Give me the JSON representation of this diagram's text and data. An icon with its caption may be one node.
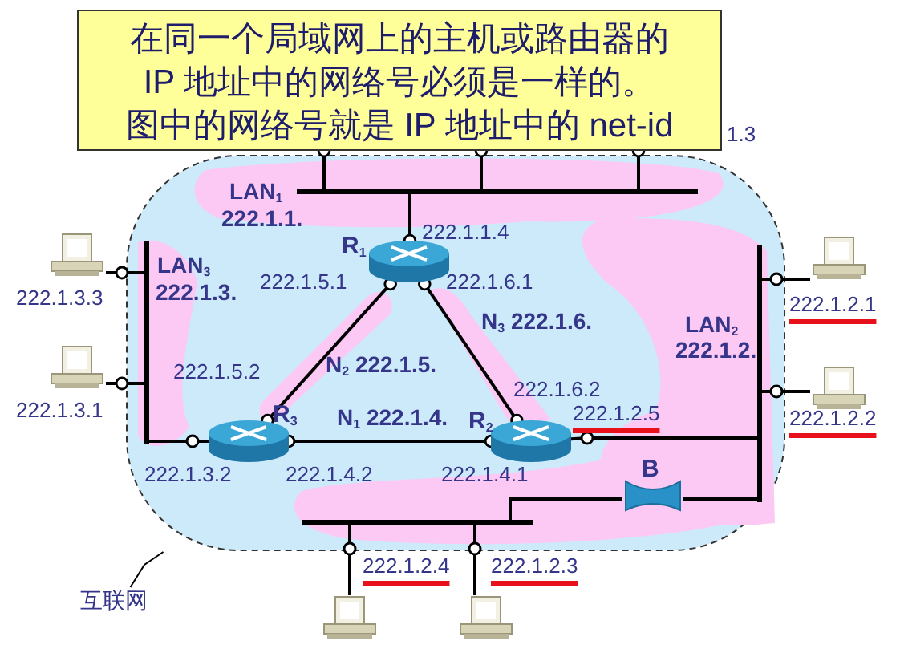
{
  "diagram": {
    "nodes": [
      {
        "text": [
          "在同一个局域网上的主机或路由器的 IP 地址中的网络号必须是一样的。",
          "图中的网络号就是 IP 地址中的 net-id"
        ]
      },
      {
        "text": [],
        "shape": "cloud"
      },
      {
        "text": [
          "互联网"
        ]
      },
      {
        "text": [],
        "shape": "bar",
        "in": 1,
        "beside": [
          "LAN$_{1}$",
          "222.1.1."
        ]
      },
      {
        "text": [],
        "shape": "bar",
        "in": 1,
        "beside": [
          "LAN$_{3}$",
          "222.1.3."
        ]
      },
      {
        "text": [],
        "shape": "bar",
        "in": 1,
        "beside": [
          "LAN$_{2}$",
          "222.1.2."
        ]
      },
      {
        "text": [],
        "shape": "bar",
        "in": 1
      },
      {
        "text": [
          "R$_{1}$"
        ],
        "in": 1
      },
      {
        "text": [
          "R$_{3}$"
        ],
        "in": 1
      },
      {
        "text": [
          "R$_{2}$"
        ],
        "in": 1
      },
      {
        "text": [
          "B"
        ],
        "in": 1
      },
      {
        "text": [],
        "shape": "computer"
      },
      {
        "text": [],
        "shape": "computer"
      },
      {
        "text": [],
        "shape": "computer"
      },
      {
        "text": [],
        "shape": "computer"
      },
      {
        "text": [],
        "shape": "computer"
      },
      {
        "text": [],
        "shape": "computer"
      }
    ],
    "edges": [
      {
        "from": 2,
        "to": 1,
        "arrow": "none"
      },
      {
        "from": 3,
        "to": 7,
        "arrow": "other"
      },
      {
        "from": 3,
        "to": 0,
        "arrow": "other"
      },
      {
        "from": 3,
        "to": 0,
        "arrow": "other"
      },
      {
        "from": 3,
        "to": 0,
        "arrow": "other"
      },
      {
        "from": 7,
        "to": 8,
        "arrow": "other"
      },
      {
        "from": 7,
        "to": 9,
        "arrow": "other"
      },
      {
        "from": 8,
        "to": 9,
        "arrow": "other"
      },
      {
        "from": 8,
        "to": 4,
        "arrow": "none"
      },
      {
        "from": 11,
        "to": 4,
        "arrow": "none"
      },
      {
        "from": 12,
        "to": 4,
        "arrow": "none"
      },
      {
        "from": 9,
        "to": 5,
        "arrow": "none"
      },
      {
        "from": 13,
        "to": 5,
        "arrow": "none"
      },
      {
        "from": 14,
        "to": 5,
        "arrow": "none"
      },
      {
        "from": 10,
        "to": 5,
        "arrow": "none"
      },
      {
        "from": 10,
        "to": 6,
        "arrow": "none"
      },
      {
        "from": 15,
        "to": 6,
        "arrow": "none"
      },
      {
        "from": 16,
        "to": 6,
        "arrow": "none"
      }
    ],
    "labels": [
      "1.3",
      "222.1.1.4",
      "222.1.5.1",
      "222.1.6.1",
      "222.1.3.3",
      "N$_{3}$ 222.1.6.",
      "222.1.2.1",
      "222.1.5.2",
      "N$_{2}$ 222.1.5.",
      "222.1.3.1",
      "222.1.6.2",
      "N$_{1}$ 222.1.4.",
      "222.1.2.5",
      "222.1.2.2",
      "222.1.3.2",
      "222.1.4.2",
      "222.1.4.1",
      "222.1.2.4",
      "222.1.2.3"
    ]
  }
}
